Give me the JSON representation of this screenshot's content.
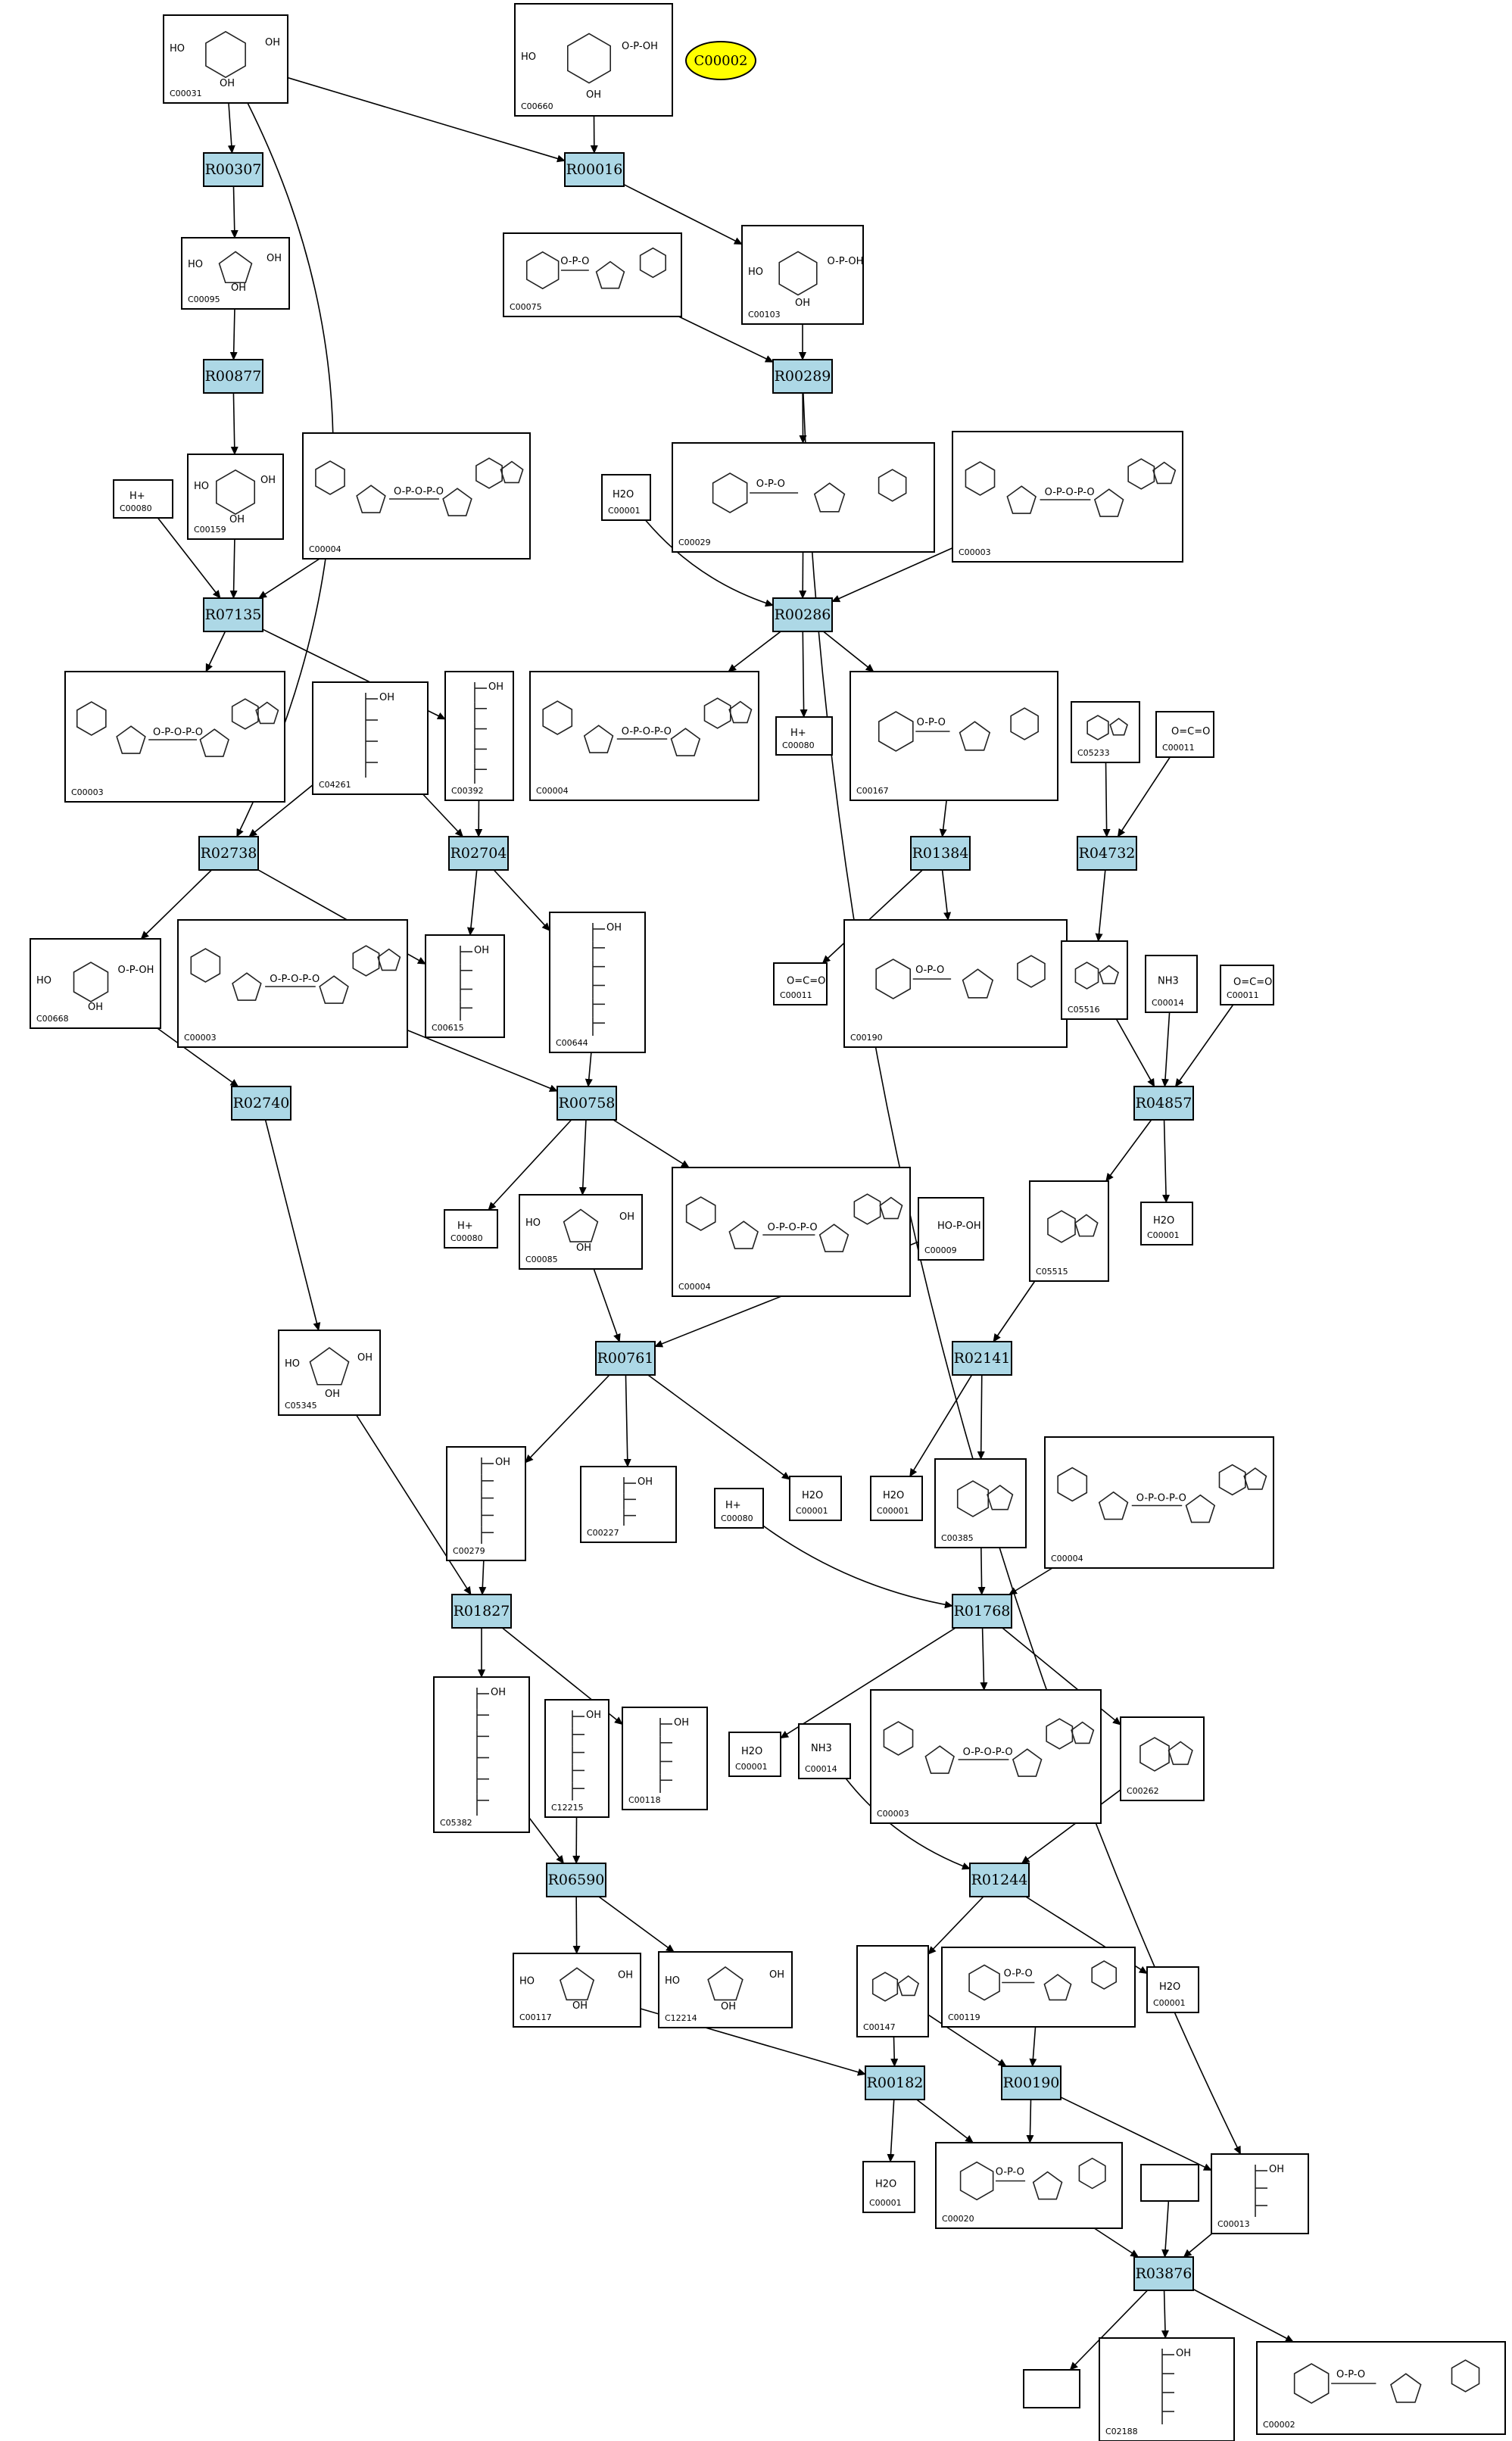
{
  "ellipse_node": {
    "id": "C00002",
    "color": "#ffff00"
  },
  "reaction_color": "#add8e6",
  "reactions": [
    "R00307",
    "R00016",
    "R00877",
    "R00289",
    "R07135",
    "R00286",
    "R02738",
    "R02704",
    "R01384",
    "R04732",
    "R02740",
    "R00758",
    "R04857",
    "R00761",
    "R02141",
    "R01827",
    "R01768",
    "R06590",
    "R01244",
    "R00182",
    "R00190",
    "R03876"
  ],
  "compounds": [
    {
      "id": "C00031",
      "kind": "sugar"
    },
    {
      "id": "C00660",
      "kind": "sugarP"
    },
    {
      "id": "C00095",
      "kind": "furanose"
    },
    {
      "id": "C00075",
      "kind": "nucleotide"
    },
    {
      "id": "C00103",
      "kind": "sugarP"
    },
    {
      "id": "C00159",
      "kind": "sugar"
    },
    {
      "id": "C00004",
      "kind": "dinuc"
    },
    {
      "id": "C00080",
      "kind": "text",
      "text": "H+"
    },
    {
      "id": "C00001",
      "kind": "text",
      "text": "H2O"
    },
    {
      "id": "C00029",
      "kind": "nucleotide"
    },
    {
      "id": "C00003",
      "kind": "dinuc"
    },
    {
      "id": "C00003",
      "kind": "dinuc"
    },
    {
      "id": "C04261",
      "kind": "chain"
    },
    {
      "id": "C00392",
      "kind": "chain"
    },
    {
      "id": "C00004",
      "kind": "dinuc"
    },
    {
      "id": "C00080",
      "kind": "text",
      "text": "H+"
    },
    {
      "id": "C00167",
      "kind": "nucleotide"
    },
    {
      "id": "C05233",
      "kind": "ring"
    },
    {
      "id": "C00011",
      "kind": "text",
      "text": "O=C=O"
    },
    {
      "id": "C00668",
      "kind": "sugarP"
    },
    {
      "id": "C00003",
      "kind": "dinuc"
    },
    {
      "id": "C00615",
      "kind": "chain"
    },
    {
      "id": "C00644",
      "kind": "chain"
    },
    {
      "id": "C00011",
      "kind": "text",
      "text": "O=C=O"
    },
    {
      "id": "C00190",
      "kind": "nucleotide"
    },
    {
      "id": "C05516",
      "kind": "ring"
    },
    {
      "id": "C00014",
      "kind": "text",
      "text": "NH3"
    },
    {
      "id": "C00011",
      "kind": "text",
      "text": "O=C=O"
    },
    {
      "id": "C00080",
      "kind": "text",
      "text": "H+"
    },
    {
      "id": "C00085",
      "kind": "furanose"
    },
    {
      "id": "C00004",
      "kind": "dinuc"
    },
    {
      "id": "C00009",
      "kind": "text",
      "text": "HO-P-OH"
    },
    {
      "id": "C05515",
      "kind": "ring"
    },
    {
      "id": "C00001",
      "kind": "text",
      "text": "H2O"
    },
    {
      "id": "C05345",
      "kind": "furanose"
    },
    {
      "id": "C00279",
      "kind": "chain"
    },
    {
      "id": "C00227",
      "kind": "chain"
    },
    {
      "id": "C00001",
      "kind": "text",
      "text": "H2O"
    },
    {
      "id": "C00080",
      "kind": "text",
      "text": "H+"
    },
    {
      "id": "C00001",
      "kind": "text",
      "text": "H2O"
    },
    {
      "id": "C00385",
      "kind": "ring"
    },
    {
      "id": "C00004",
      "kind": "dinuc"
    },
    {
      "id": "C05382",
      "kind": "chain"
    },
    {
      "id": "C12215",
      "kind": "chain"
    },
    {
      "id": "C00118",
      "kind": "chain"
    },
    {
      "id": "C00001",
      "kind": "text",
      "text": "H2O"
    },
    {
      "id": "C00014",
      "kind": "text",
      "text": "NH3"
    },
    {
      "id": "C00003",
      "kind": "dinuc"
    },
    {
      "id": "C00262",
      "kind": "ring"
    },
    {
      "id": "C00117",
      "kind": "furanose"
    },
    {
      "id": "C12214",
      "kind": "furanose"
    },
    {
      "id": "C00147",
      "kind": "ring"
    },
    {
      "id": "C00119",
      "kind": "nucleotide"
    },
    {
      "id": "C00001",
      "kind": "text",
      "text": "H2O"
    },
    {
      "id": "C00001",
      "kind": "text",
      "text": "H2O"
    },
    {
      "id": "C00020",
      "kind": "nucleotide"
    },
    {
      "id": "",
      "kind": "empty"
    },
    {
      "id": "C00013",
      "kind": "chain"
    },
    {
      "id": "",
      "kind": "empty"
    },
    {
      "id": "C02188",
      "kind": "chain"
    },
    {
      "id": "C00002",
      "kind": "nucleotide"
    }
  ]
}
